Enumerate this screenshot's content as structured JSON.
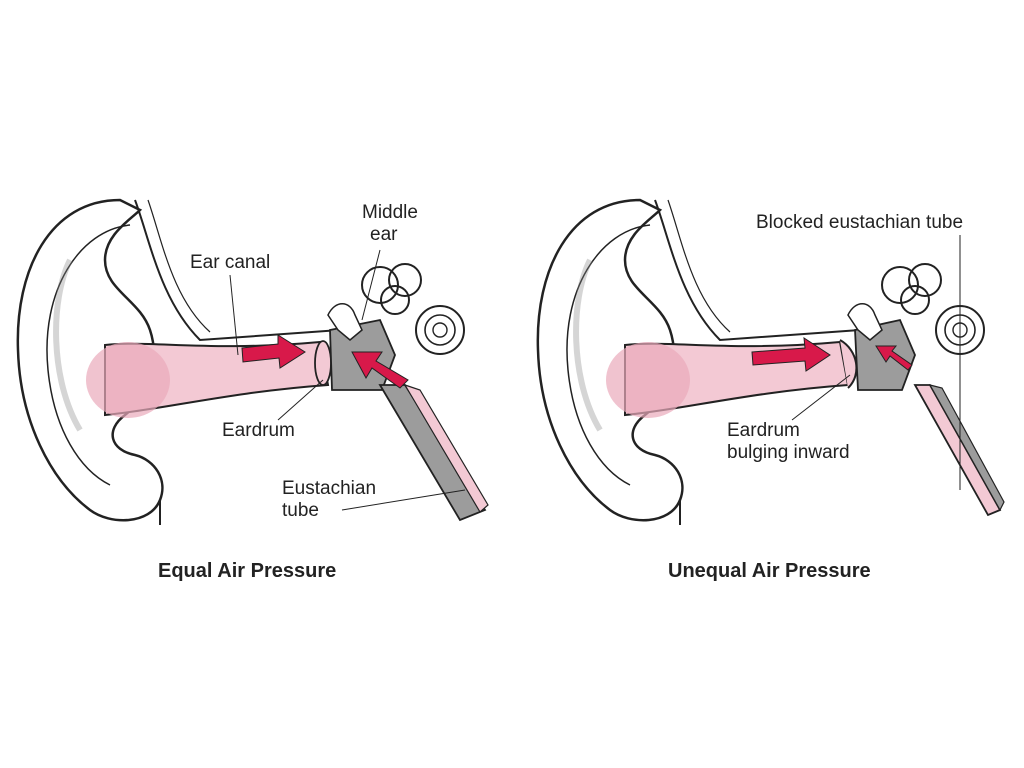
{
  "colors": {
    "outline": "#222222",
    "pink_fill": "#f3c9d4",
    "arrow_red": "#d8194a",
    "gray_fill": "#9c9c9c",
    "background": "#ffffff"
  },
  "panels": [
    {
      "caption": "Equal Air Pressure",
      "labels": {
        "middle_ear_line1": "Middle",
        "middle_ear_line2": "ear",
        "ear_canal": "Ear canal",
        "eardrum": "Eardrum",
        "eustachian_line1": "Eustachian",
        "eustachian_line2": "tube"
      }
    },
    {
      "caption": "Unequal Air Pressure",
      "labels": {
        "blocked_eustachian": "Blocked eustachian tube",
        "eardrum_line1": "Eardrum",
        "eardrum_line2": "bulging inward"
      }
    }
  ]
}
